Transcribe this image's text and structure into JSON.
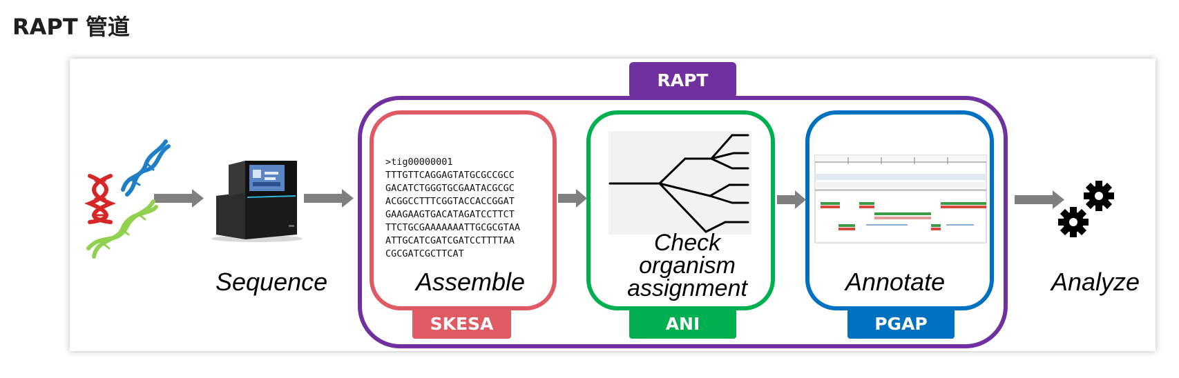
{
  "heading": "RAPT 管道",
  "labels": {
    "rapt": "RAPT",
    "skesa": "SKESA",
    "ani": "ANI",
    "pgap": "PGAP"
  },
  "steps": {
    "sequence": "Sequence",
    "assemble": "Assemble",
    "check": [
      "Check",
      "organism",
      "assignment"
    ],
    "annotate": "Annotate",
    "analyze": "Analyze"
  },
  "sequence_lines": [
    ">tig00000001",
    "TTTGTTCAGGAGTATGCGCCGCC",
    "GACATCTGGGTGCGAATACGCGC",
    "ACGGCCTTTCGGTACCACCGGAT",
    "GAAGAAGTGACATAGATCCTTCT",
    "TTCTGCGAAAAAAATTGCGCGTAA",
    "ATTGCATCGATCGATCCTTTTAA",
    "CGCGATCGCTTCAT"
  ],
  "colors": {
    "rapt": "#7030a0",
    "skesa": "#e05a64",
    "ani": "#00b050",
    "pgap": "#0070c0",
    "arrow": "#7f7f7f"
  },
  "icons": [
    "dna-icon",
    "sequencer-icon",
    "phylogenetic-tree-icon",
    "genome-browser-icon",
    "gears-icon"
  ]
}
